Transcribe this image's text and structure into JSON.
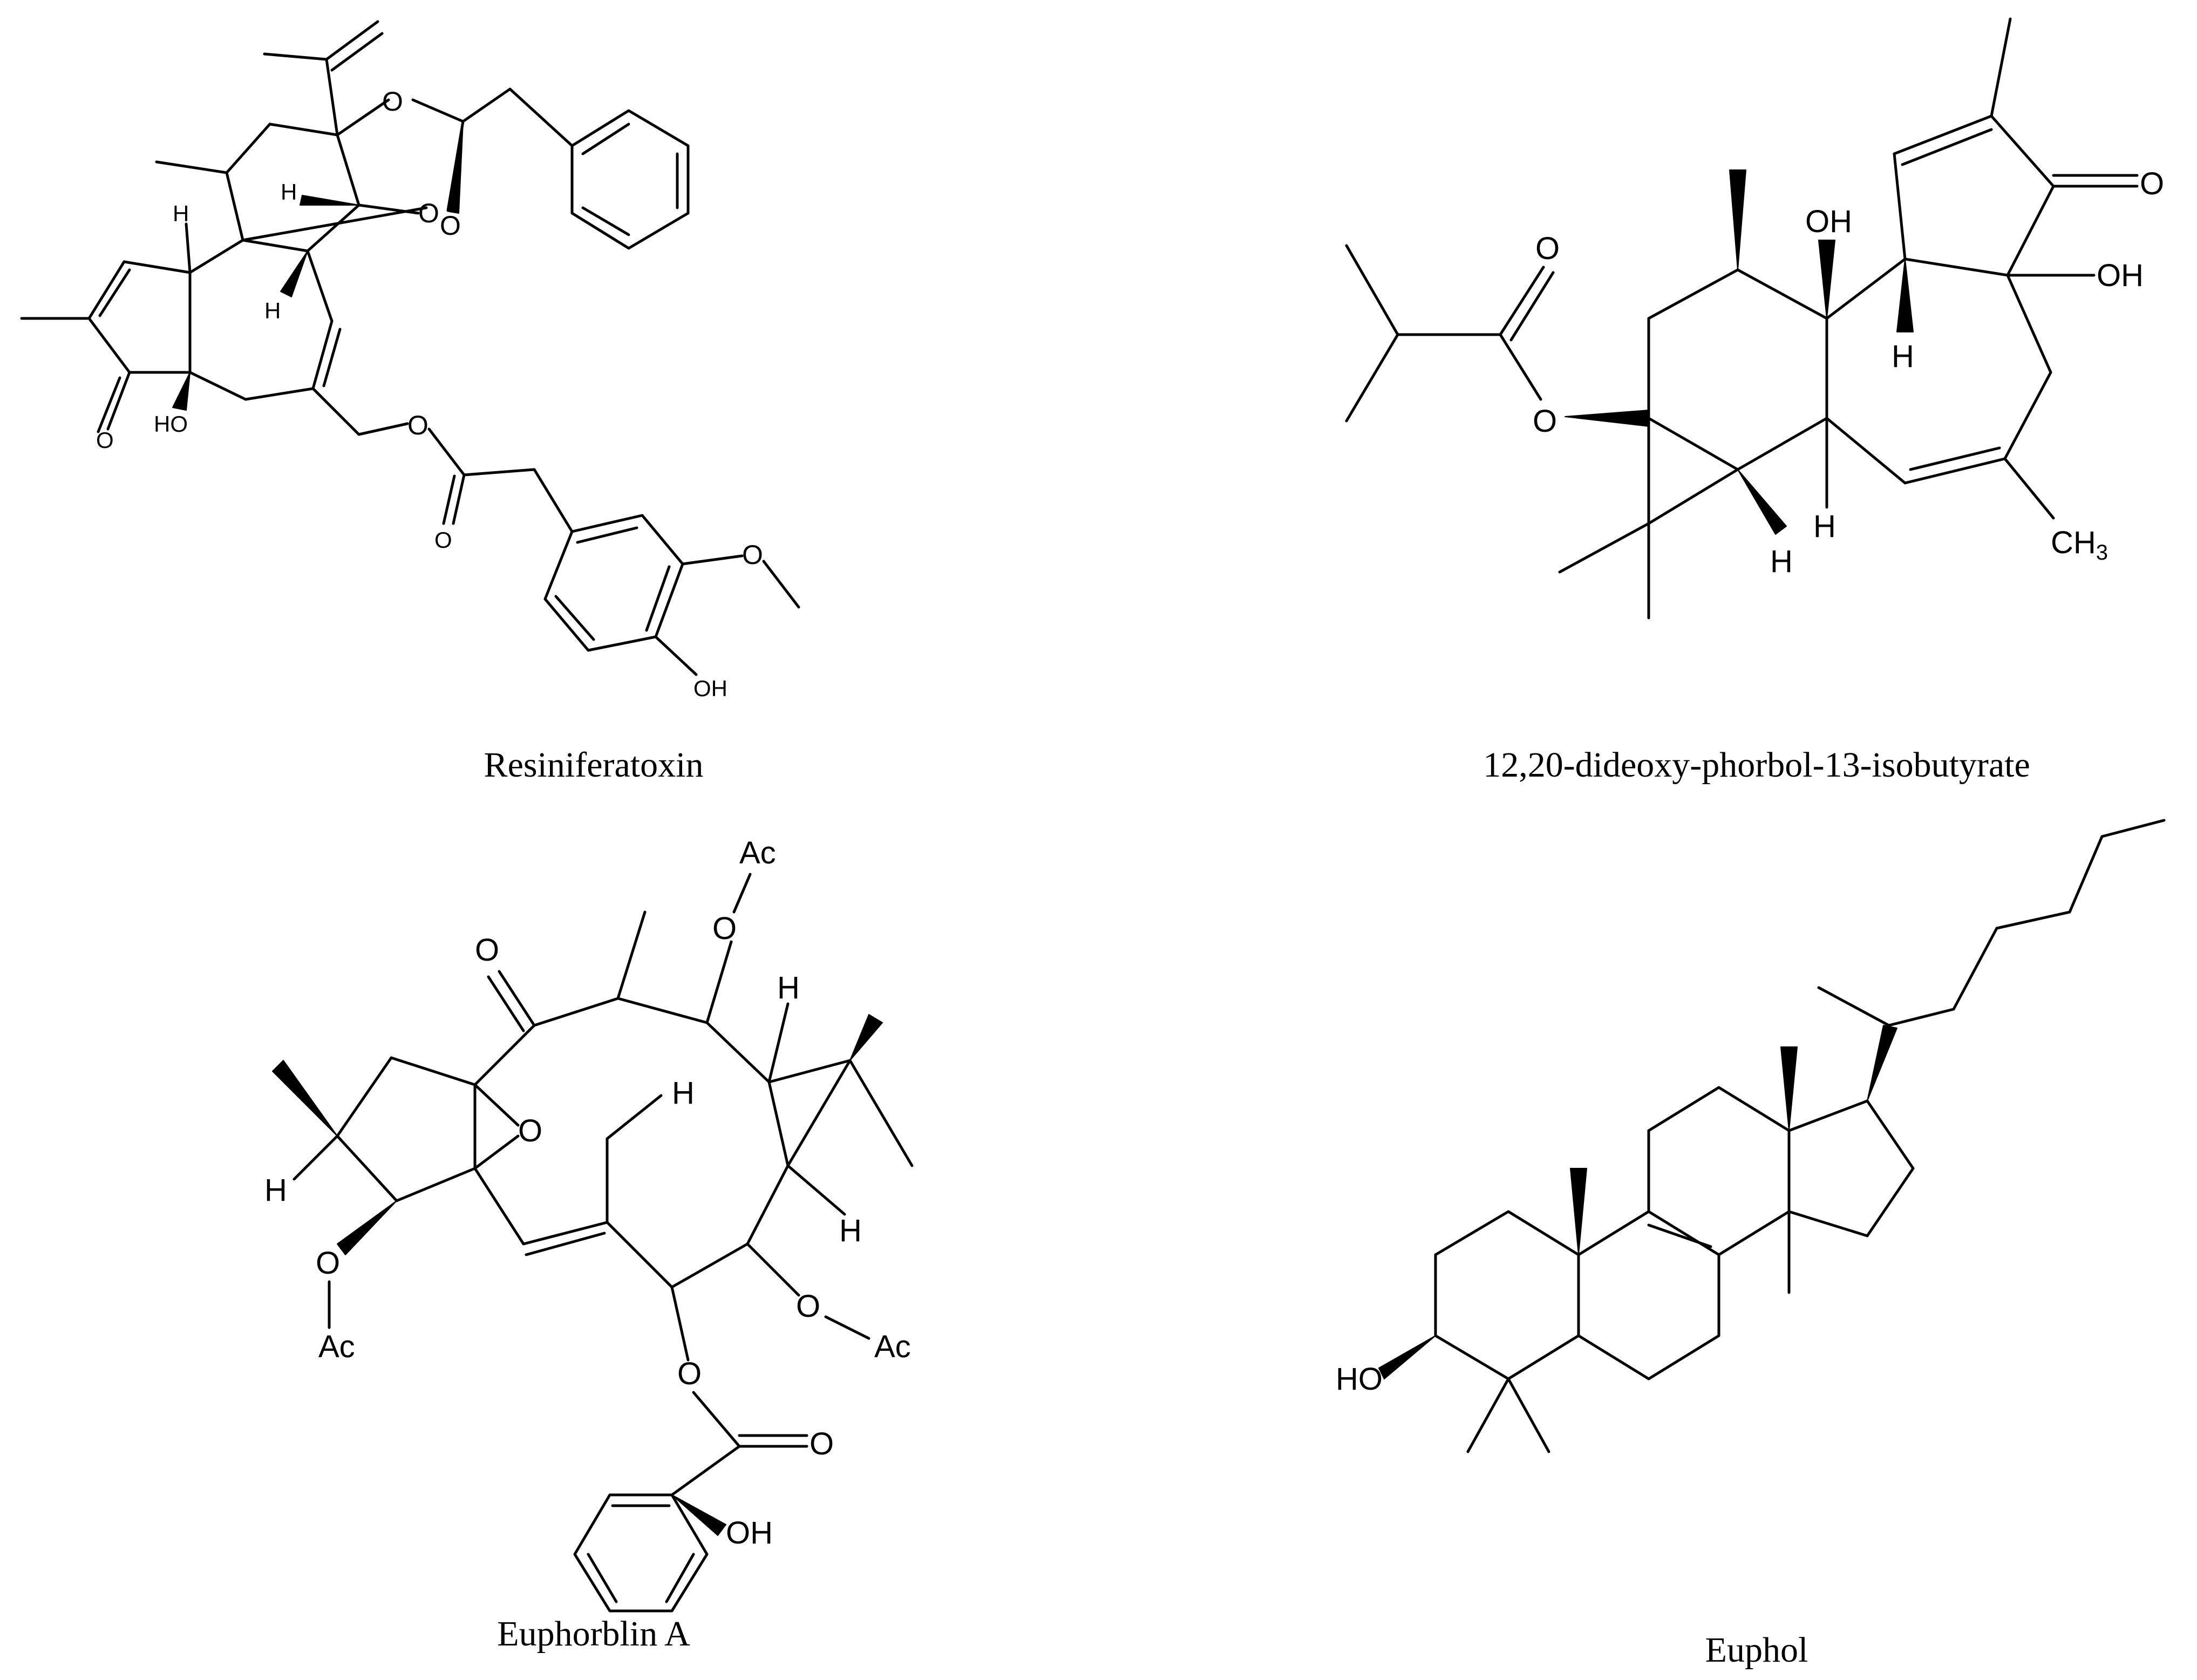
{
  "compounds": [
    {
      "name": "Resiniferatoxin"
    },
    {
      "name": "12,20-dideoxy-phorbol-13-isobutyrate"
    },
    {
      "name": "Euphorblin A"
    },
    {
      "name": "Euphol"
    }
  ],
  "atom_labels": {
    "O": "O",
    "H": "H",
    "HO": "HO",
    "OH": "OH",
    "Ac": "Ac",
    "CH3": "CH",
    "sub3": "3"
  }
}
